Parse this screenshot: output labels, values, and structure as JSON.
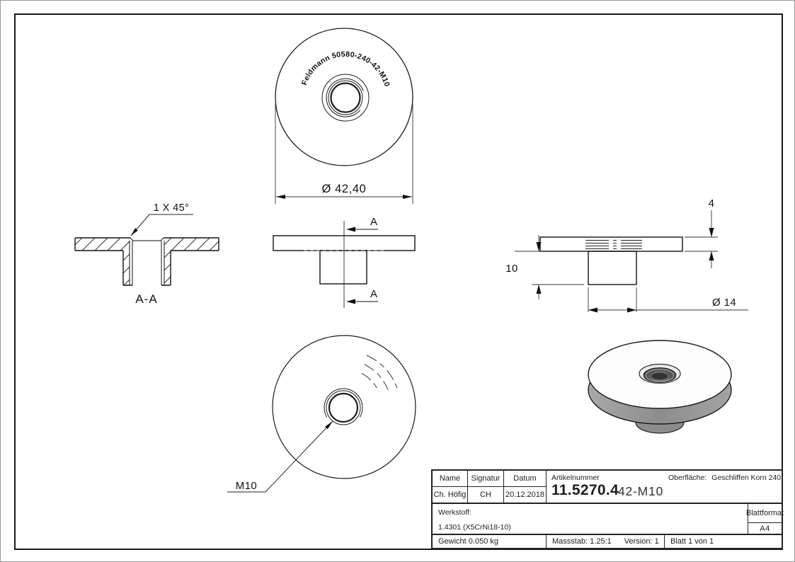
{
  "views": {
    "top": {
      "engraving": "Feldmann 50580-240-42-M10",
      "diameter": "Ø 42,40"
    },
    "section": {
      "chamfer": "1 X 45°",
      "label": "A-A"
    },
    "front": {
      "cut_top": "A",
      "cut_bottom": "A"
    },
    "side": {
      "thickness": "4",
      "boss_height": "10",
      "boss_diameter": "Ø 14"
    },
    "bottom": {
      "thread": "M10"
    }
  },
  "title_block": {
    "name_h": "Name",
    "signatur_h": "Signatur",
    "datum_h": "Datum",
    "name": "Ch. Höfig",
    "signatur": "CH",
    "datum": "20.12.2018",
    "artikel_label": "Artikelnummer",
    "artikel_main": "11.5270.4",
    "artikel_suffix": "42-M10",
    "oberflaeche_label": "Oberfläche:",
    "oberflaeche_value": "Geschliffen Korn 240",
    "werkstoff_label": "Werkstoff:",
    "werkstoff_value": "1.4301 (X5CrNi18-10)",
    "blattformat_label": "Blattformat",
    "blattformat_value": "A4",
    "gewicht": "Gewicht 0.050 kg",
    "massstab": "Massstab: 1.25:1",
    "version": "Version: 1",
    "blatt": "Blatt 1 von 1"
  }
}
